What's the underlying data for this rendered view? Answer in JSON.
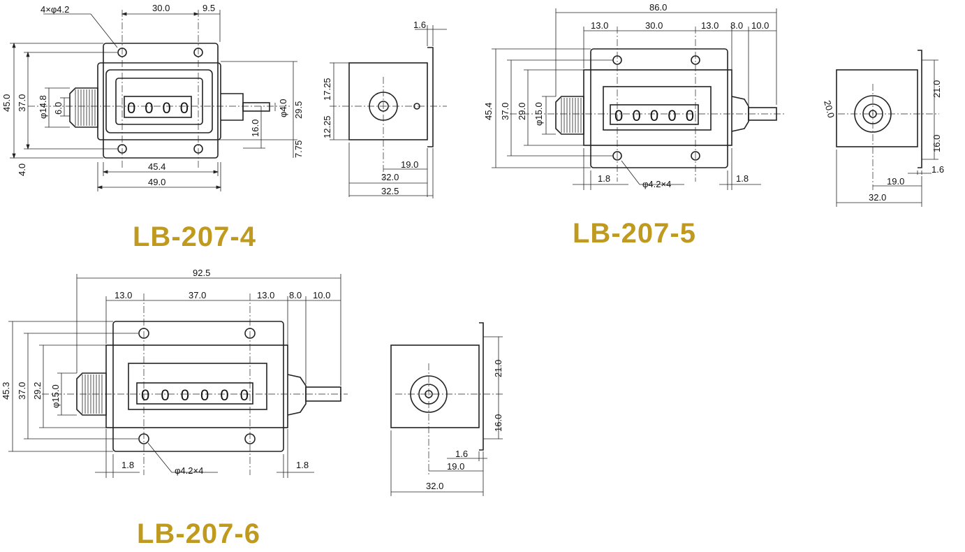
{
  "colors": {
    "label": "#c09a1f",
    "line": "#222222",
    "background": "#ffffff"
  },
  "models": [
    {
      "id": "lb207_4",
      "label": "LB-207-4",
      "counter_digits": "0000",
      "front_dims": {
        "d1": "30.0",
        "d2": "9.5",
        "hole_note": "4×φ4.2",
        "h_total": "45.0",
        "h_mid": "37.0",
        "knob_dia": "φ14.8",
        "knob_inner": "6.0",
        "shaft_dia": "φ4.0",
        "h_29": "29.5",
        "d_16": "16.0",
        "d_775": "7.75",
        "d_40": "4.0",
        "w1": "45.4",
        "w2": "49.0"
      },
      "side_dims": {
        "t": "1.6",
        "up": "17.25",
        "down": "12.25",
        "w1": "19.0",
        "w2": "32.0",
        "w3": "32.5"
      }
    },
    {
      "id": "lb207_5",
      "label": "LB-207-5",
      "counter_digits": "00000",
      "front_dims": {
        "total": "86.0",
        "d1": "13.0",
        "d2": "30.0",
        "d3": "13.0",
        "d4": "8.0",
        "d5": "10.0",
        "h_total": "45.4",
        "h_mid": "37.0",
        "h_29": "29.0",
        "knob_dia": "φ15.0",
        "edge_l": "1.8",
        "hole_note": "φ4.2×4",
        "edge_r": "1.8"
      },
      "side_dims": {
        "dia": "20.0",
        "up": "21.0",
        "down": "16.0",
        "t": "1.6",
        "w1": "19.0",
        "w2": "32.0"
      }
    },
    {
      "id": "lb207_6",
      "label": "LB-207-6",
      "counter_digits": "000000",
      "front_dims": {
        "total": "92.5",
        "d1": "13.0",
        "d2": "37.0",
        "d3": "13.0",
        "d4": "8.0",
        "d5": "10.0",
        "h_total": "45.3",
        "h_mid": "37.0",
        "h_29": "29.2",
        "knob_dia": "φ15.0",
        "edge_l": "1.8",
        "hole_note": "φ4.2×4",
        "edge_r": "1.8"
      },
      "side_dims": {
        "up": "21.0",
        "down": "16.0",
        "t": "1.6",
        "w1": "19.0",
        "w2": "32.0"
      }
    }
  ]
}
